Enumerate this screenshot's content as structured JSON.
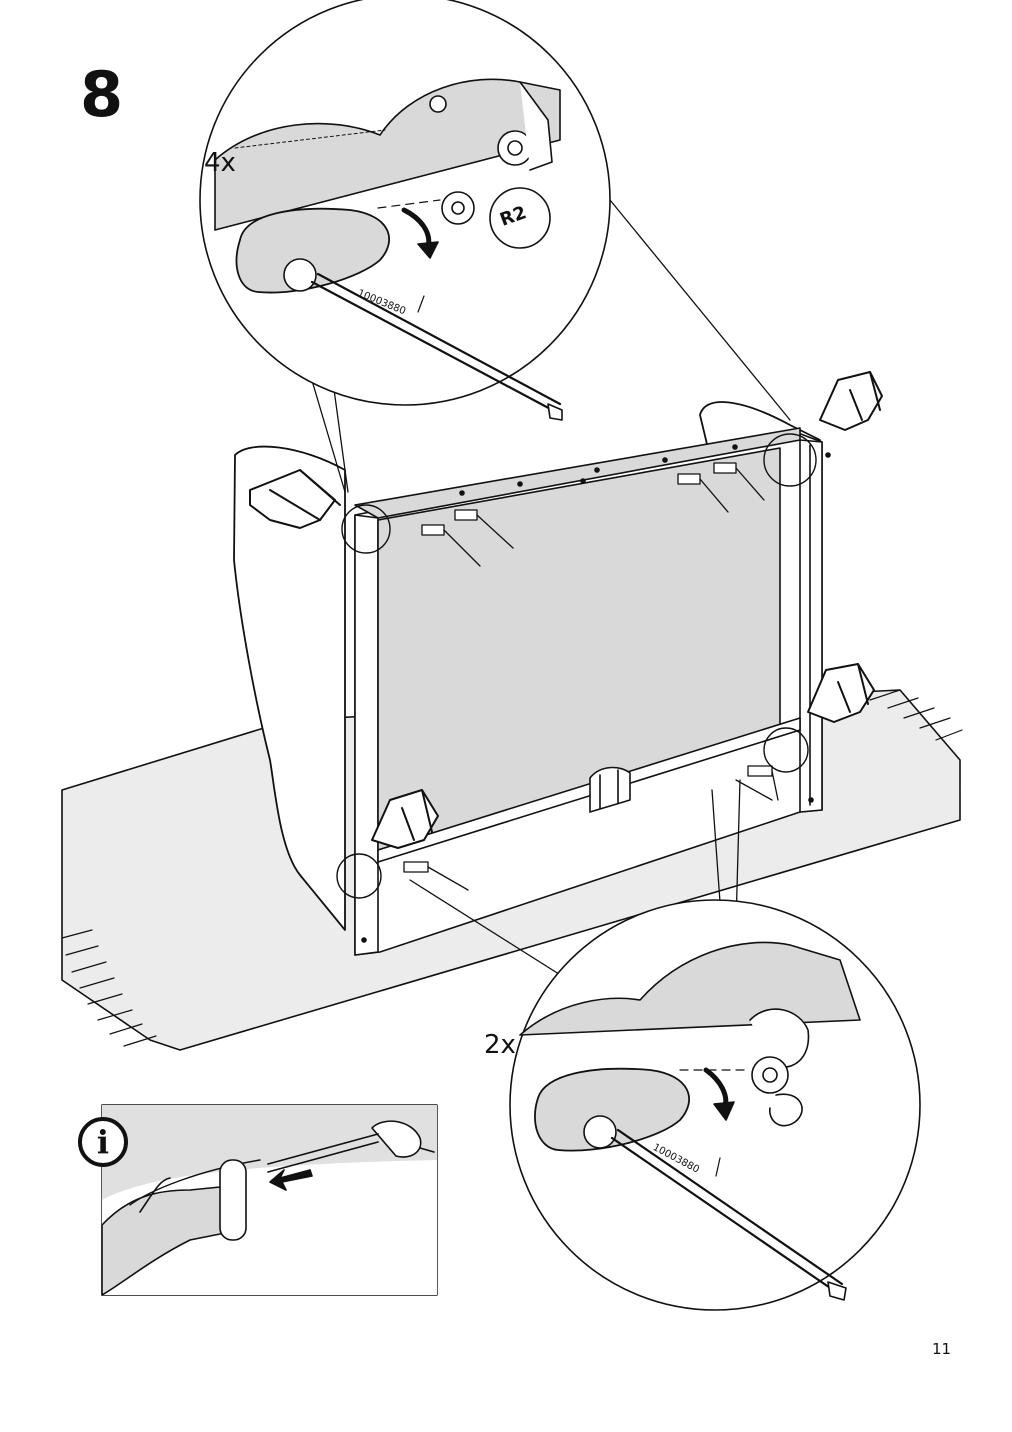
{
  "step": {
    "number": "8"
  },
  "callouts": {
    "top_quantity": "4x",
    "bottom_quantity": "2x",
    "tool_code": "10003880",
    "part_label": "R2"
  },
  "info": {
    "icon_glyph": "i"
  },
  "footer": {
    "page_number": "11"
  },
  "colors": {
    "ink": "#111111",
    "fill_gray": "#d9d9d9",
    "floor_gray": "#ececec",
    "paper": "#ffffff"
  }
}
